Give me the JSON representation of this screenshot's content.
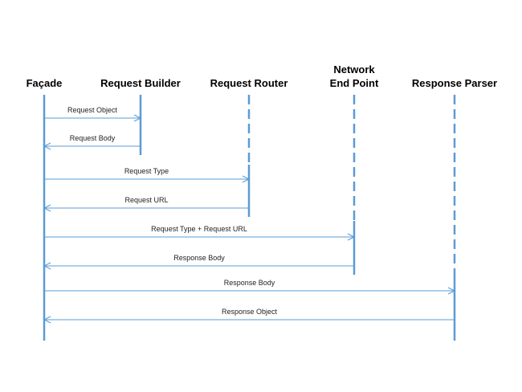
{
  "colors": {
    "lifeline": "#5b9bd5",
    "arrow": "#5b9bd5",
    "text": "#000000",
    "background": "#ffffff"
  },
  "participants": [
    {
      "id": "facade",
      "lines": [
        "Façade"
      ]
    },
    {
      "id": "builder",
      "lines": [
        "Request Builder"
      ]
    },
    {
      "id": "router",
      "lines": [
        "Request Router"
      ]
    },
    {
      "id": "endpoint",
      "lines": [
        "Network",
        "End Point"
      ]
    },
    {
      "id": "parser",
      "lines": [
        "Response Parser"
      ]
    }
  ],
  "messages": [
    {
      "from": "facade",
      "to": "builder",
      "label": "Request Object"
    },
    {
      "from": "builder",
      "to": "facade",
      "label": "Request Body"
    },
    {
      "from": "facade",
      "to": "router",
      "label": "Request Type"
    },
    {
      "from": "router",
      "to": "facade",
      "label": "Request URL"
    },
    {
      "from": "facade",
      "to": "endpoint",
      "label": "Request Type + Request URL"
    },
    {
      "from": "endpoint",
      "to": "facade",
      "label": "Response Body"
    },
    {
      "from": "facade",
      "to": "parser",
      "label": "Response Body"
    },
    {
      "from": "parser",
      "to": "facade",
      "label": "Response Object"
    }
  ]
}
